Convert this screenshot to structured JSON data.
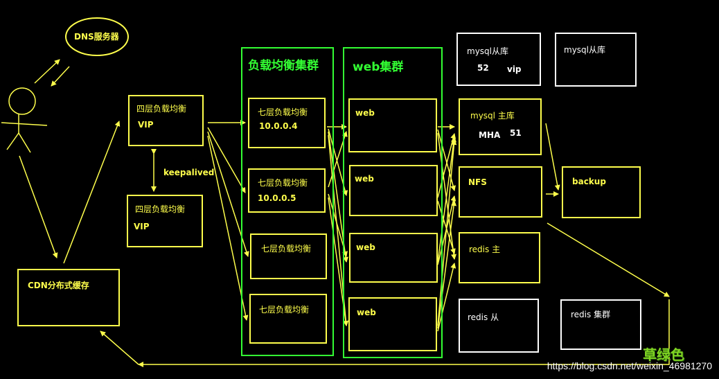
{
  "dns": "DNS服务器",
  "cdn": "CDN分布式缓存",
  "l4_top": {
    "title": "四层负载均衡",
    "sub": "VIP"
  },
  "l4_bottom": {
    "title": "四层负载均衡",
    "sub": "VIP"
  },
  "keepalived": "keepalived",
  "lb_cluster": {
    "title": "负载均衡集群",
    "nodes": [
      {
        "title": "七层负载均衡",
        "ip": "10.0.0.4"
      },
      {
        "title": "七层负载均衡",
        "ip": "10.0.0.5"
      },
      {
        "title": "七层负载均衡"
      },
      {
        "title": "七层负载均衡"
      }
    ]
  },
  "web_cluster": {
    "title": "web集群",
    "nodes": [
      "web",
      "web",
      "web",
      "web"
    ]
  },
  "mysql_slave_1": {
    "title": "mysql从库",
    "num": "52",
    "vip": "vip"
  },
  "mysql_slave_2": {
    "title": "mysql从库"
  },
  "mysql_master": {
    "title": "mysql 主库",
    "mha": "MHA",
    "num": "51"
  },
  "nfs": "NFS",
  "backup": "backup",
  "redis_master": "redis  主",
  "redis_slave": "redis 从",
  "redis_cluster": "redis 集群",
  "watermark": "https://blog.csdn.net/weixin_46981270",
  "logo_text": "草绿色",
  "colors": {
    "yellow": "#ffff4c",
    "green": "#33ff33",
    "white": "#ffffff",
    "background": "#000000"
  }
}
